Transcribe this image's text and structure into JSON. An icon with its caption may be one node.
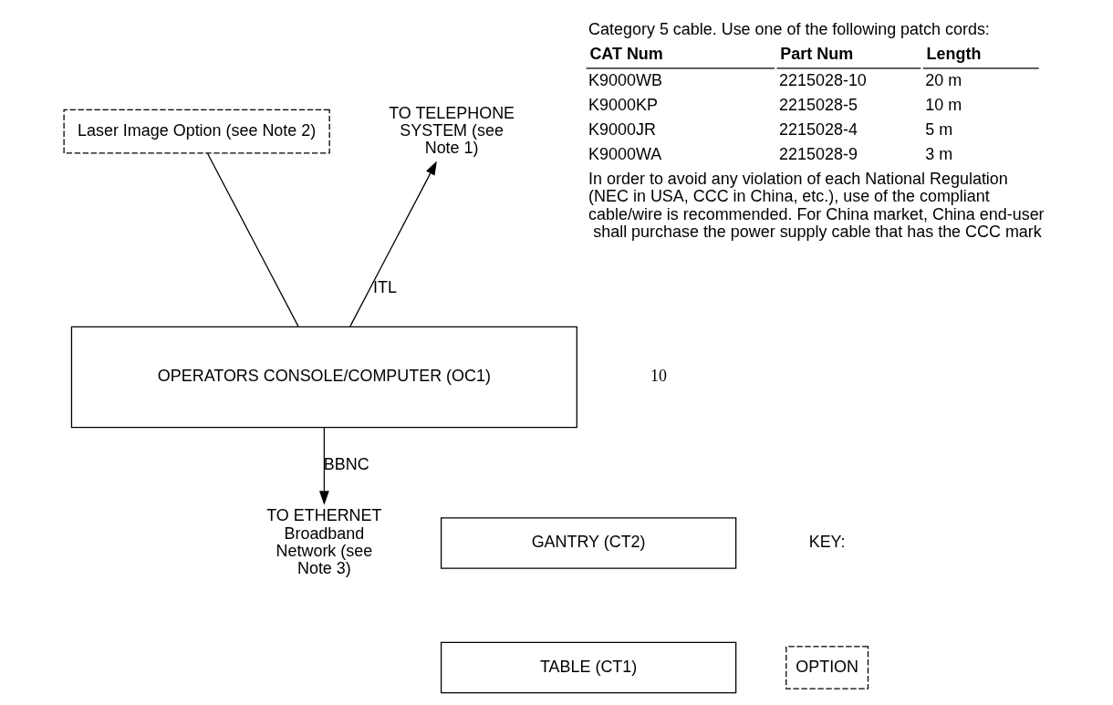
{
  "diagram": {
    "nodes": [
      {
        "text": [
          "Laser Image Option (see Note 2)"
        ]
      },
      {
        "text": [
          "TO TELEPHONE SYSTEM (see Note 1)"
        ]
      },
      {
        "text": [
          "OPERATORS CONSOLE/COMPUTER (OC1)"
        ]
      },
      {
        "text": [
          "TO ETHERNET Broadband Network (see Note 3)"
        ]
      },
      {
        "text": [
          "GANTRY (CT2)"
        ]
      },
      {
        "text": [
          "TABLE (CT1)"
        ]
      }
    ],
    "edges": [
      {
        "from": 0,
        "to": 2,
        "arrow": "none"
      },
      {
        "from": 2,
        "to": 1,
        "arrow": "to",
        "label": "ITL"
      },
      {
        "from": 2,
        "to": 3,
        "arrow": "to",
        "label": "BBNC"
      }
    ],
    "labels": [
      "Category 5 cable. Use one of the following patch cords:",
      "CAT Num",
      "Part Num",
      "Length",
      "K9000WB",
      "2215028-10",
      "20 m",
      "K9000KP",
      "2215028-5",
      "10 m",
      "K9000JR",
      "2215028-4",
      "5 m",
      "K9000WA",
      "2215028-9",
      "3 m",
      "In order to avoid any violation of each National Regulation (NEC in USA, CCC in China, etc.), use of the compliant cable/wire is recommended. For China market, China end-user shall purchase the power supply cable that has the CCC mark",
      "10",
      "KEY:"
    ],
    "legend": [
      {
        "text": "OPTION"
      }
    ]
  }
}
